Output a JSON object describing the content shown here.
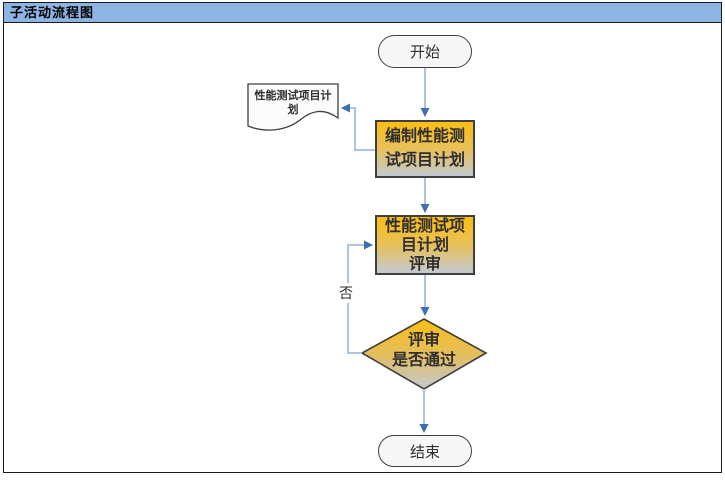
{
  "header": {
    "title": "子活动流程图"
  },
  "diagram": {
    "start": {
      "label": "开始"
    },
    "doc": {
      "label": "性能测试项目计划",
      "line1": "性能测试项目计",
      "line2": "划"
    },
    "plan": {
      "label": "编制性能测试项目计划",
      "line1": "编制性能测",
      "line2": "试项目计划"
    },
    "review": {
      "label": "性能测试项目计划评审",
      "line1": "性能测试项",
      "line2": "目计划",
      "line3": "评审"
    },
    "decision": {
      "label": "评审 是否通过",
      "line1": "评审",
      "line2": "是否通过"
    },
    "end": {
      "label": "结束"
    },
    "edge_label_no": "否"
  },
  "colors": {
    "header_bg": "#8DB4E2",
    "node_gradient_top": "#FCBE13",
    "node_gradient_bottom": "#C3C9D2",
    "shape_fill_light": "#F7F7F7",
    "shape_border": "#3F3F3F",
    "connector_line": "#93B1D7",
    "connector_arrow": "#3E6CB5",
    "frame_border": "#1A1A1A"
  }
}
